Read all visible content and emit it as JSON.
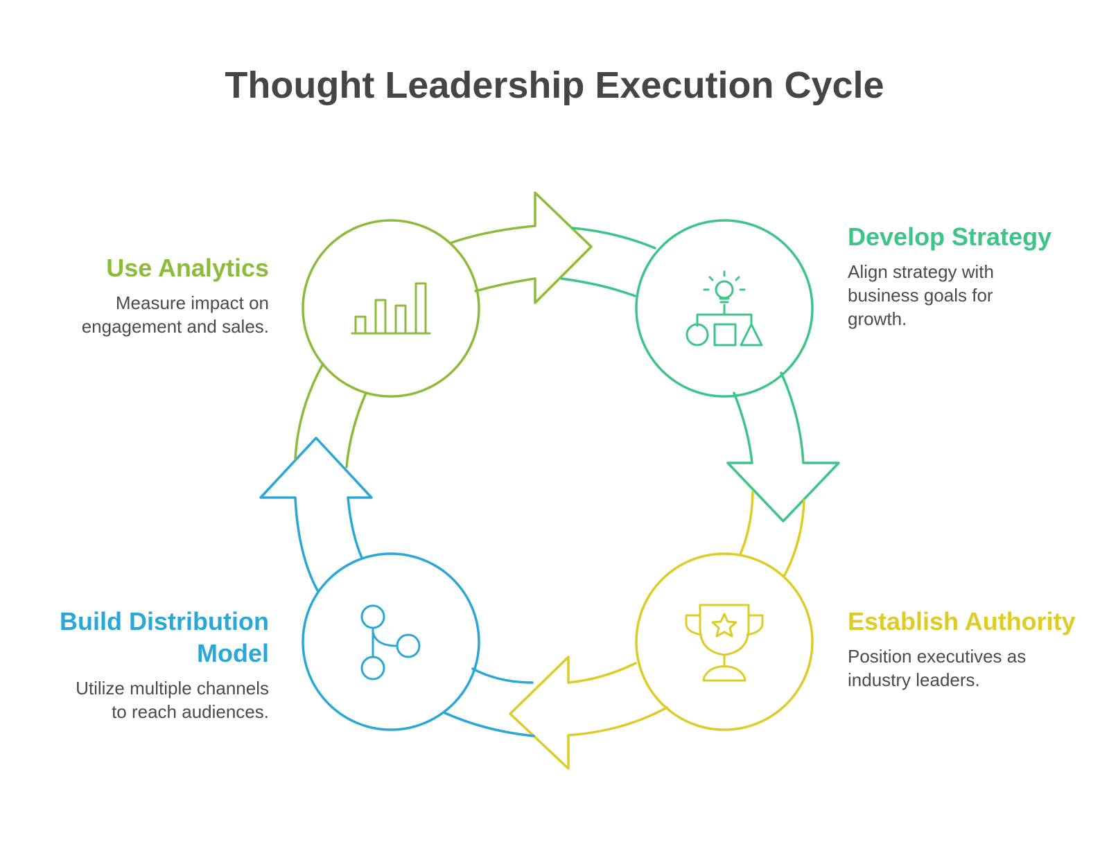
{
  "title": "Thought Leadership Execution Cycle",
  "colors": {
    "strategy": "#3dc487",
    "authority": "#ddcc26",
    "distribution": "#29a7d6",
    "analytics": "#8cbb3c"
  },
  "steps": [
    {
      "id": "strategy",
      "title": "Develop Strategy",
      "desc": "Align strategy with business goals for growth.",
      "icon": "lightbulb-shapes-icon"
    },
    {
      "id": "authority",
      "title": "Establish Authority",
      "desc": "Position executives as industry leaders.",
      "icon": "trophy-icon"
    },
    {
      "id": "distribution",
      "title": "Build Distribution Model",
      "desc": "Utilize multiple channels to reach audiences.",
      "icon": "branch-icon"
    },
    {
      "id": "analytics",
      "title": "Use Analytics",
      "desc": "Measure impact on engagement and sales.",
      "icon": "bar-chart-icon"
    }
  ]
}
